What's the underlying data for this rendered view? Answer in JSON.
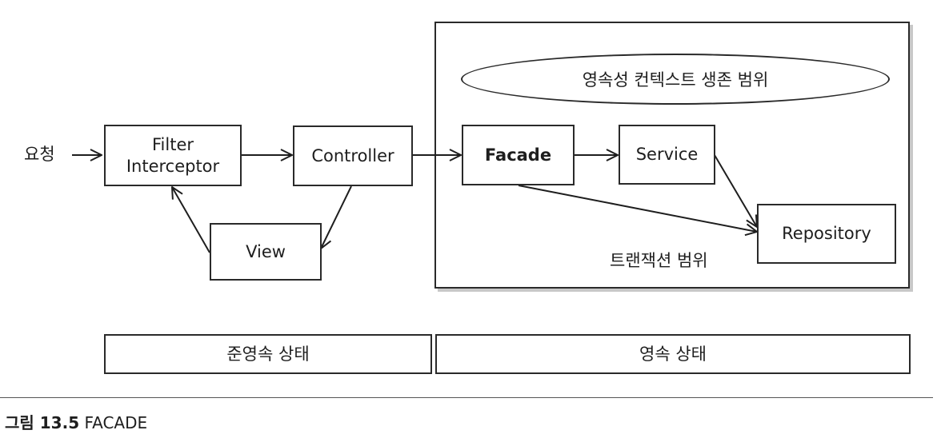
{
  "nodes": {
    "request": "요청",
    "filter": [
      "Filter",
      "Interceptor"
    ],
    "controller": "Controller",
    "view": "View",
    "facade": "Facade",
    "service": "Service",
    "repository": "Repository"
  },
  "scopes": {
    "persistence_context": "영속성 컨텍스트 생존 범위",
    "transaction": "트랜잭션 범위"
  },
  "states": {
    "quasi_persistent": "준영속 상태",
    "persistent": "영속 상태"
  },
  "caption": {
    "number": "그림 13.5",
    "title": "FACADE"
  }
}
